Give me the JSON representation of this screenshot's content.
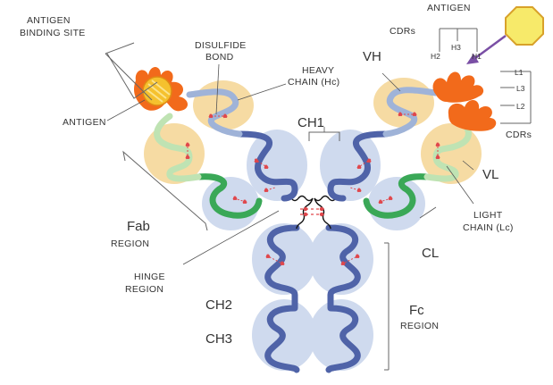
{
  "labels": {
    "antigen_binding_site": [
      "ANTIGEN",
      "BINDING SITE"
    ],
    "disulfide_bond": [
      "DISULFIDE",
      "BOND"
    ],
    "heavy_chain": [
      "HEAVY",
      "CHAIN (Hc)"
    ],
    "antigen_left": "ANTIGEN",
    "antigen_right": "ANTIGEN",
    "cdrs_top": "CDRs",
    "cdrs_right": "CDRs",
    "h1": "H1",
    "h2": "H2",
    "h3": "H3",
    "l1": "L1",
    "l2": "L2",
    "l3": "L3",
    "vh": "VH",
    "vl": "VL",
    "ch1": "CH1",
    "ch2": "CH2",
    "ch3": "CH3",
    "cl": "CL",
    "fab_region": [
      "Fab",
      "REGION"
    ],
    "hinge_region": [
      "HINGE",
      "REGION"
    ],
    "fc_region": [
      "Fc",
      "REGION"
    ],
    "light_chain": [
      "LIGHT",
      "CHAIN (Lc)"
    ]
  },
  "colors": {
    "heavy_variable": "#9fb3d8",
    "heavy_constant": "#4f63a8",
    "light_variable": "#bfe3b3",
    "light_constant": "#3aa857",
    "domain_halo_heavy": "#cfdaee",
    "domain_halo_var": "#f6dba3",
    "antigen_fill": "#f5c12e",
    "antigen_octagon": "#f7ea6a",
    "cdr": "#f26a1b",
    "disulfide": "#e0474c",
    "arrow": "#7a4fa5"
  }
}
